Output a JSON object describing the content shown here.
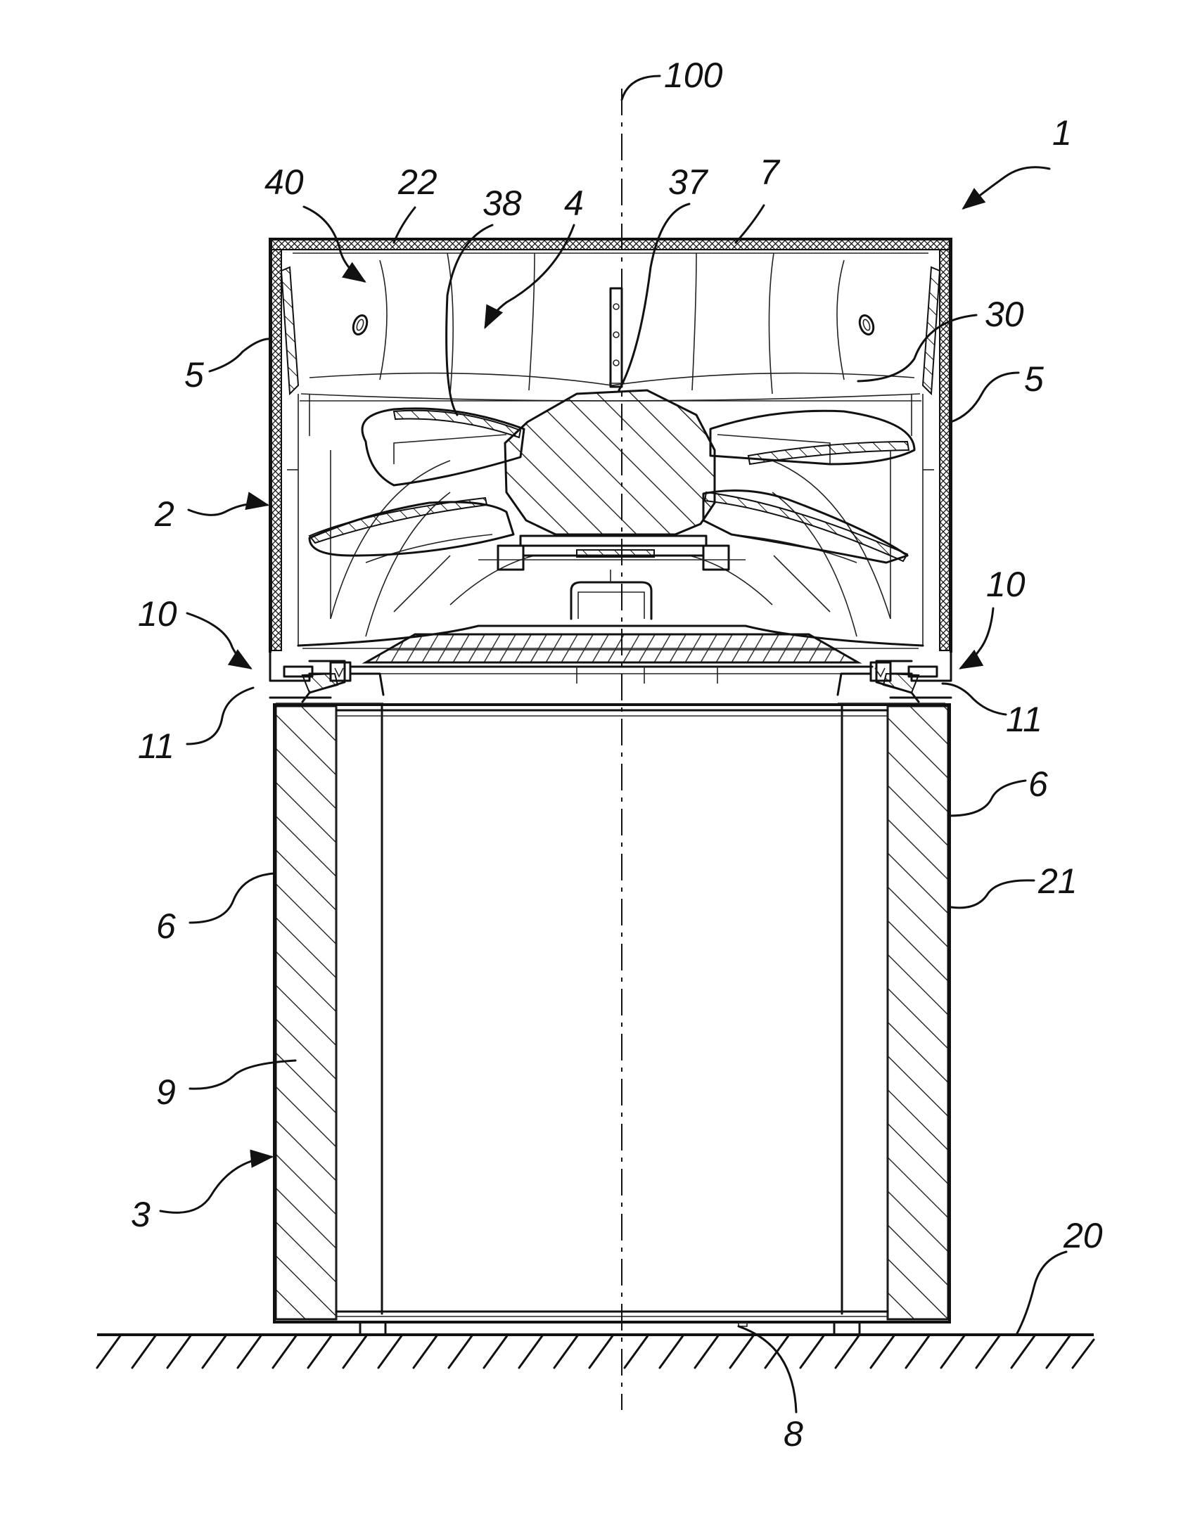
{
  "figure": {
    "labels": {
      "axis": "100",
      "device": "1",
      "top_wall": "22",
      "cover": "7",
      "outlet": "40",
      "blade": "38",
      "fan": "4",
      "hub": "37",
      "fan_housing": "30",
      "side_wall_left": "5",
      "side_wall_right": "5",
      "upper_unit": "2",
      "junction_left": "10",
      "junction_right": "10",
      "seal_left": "11",
      "seal_right": "11",
      "lower_wall_right": "6",
      "lower_wall_left": "6",
      "outer_surface": "21",
      "filter": "9",
      "lower_unit": "3",
      "floor": "20",
      "base": "8"
    }
  }
}
